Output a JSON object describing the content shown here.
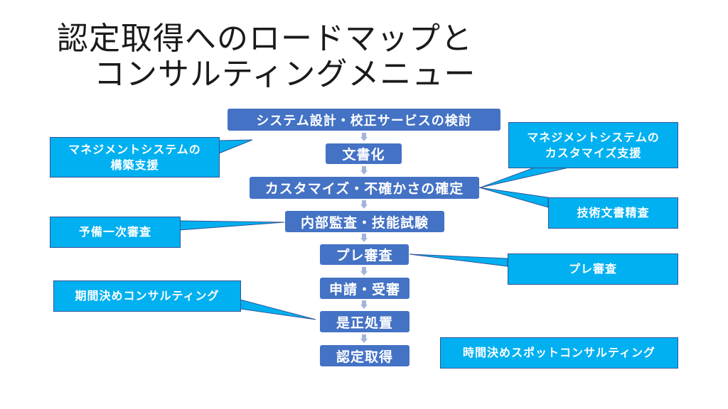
{
  "title": {
    "line1": "認定取得へのロードマップと",
    "line2": "コンサルティングメニュー"
  },
  "roadmap": {
    "steps": [
      {
        "label": "システム設計・校正サービスの検討"
      },
      {
        "label": "文書化"
      },
      {
        "label": "カスタマイズ・不確かさの確定"
      },
      {
        "label": "内部監査・技能試験"
      },
      {
        "label": "プレ審査"
      },
      {
        "label": "申請・受審"
      },
      {
        "label": "是正処置"
      },
      {
        "label": "認定取得"
      }
    ]
  },
  "callouts": [
    {
      "line1": "マネジメントシステムの",
      "line2": "構築支援",
      "target_step": "システム設計・校正サービスの検討"
    },
    {
      "line1": "マネジメントシステムの",
      "line2": "カスタマイズ支援",
      "target_step": "カスタマイズ・不確かさの確定"
    },
    {
      "line1": "技術文書精査",
      "line2": "",
      "target_step": "カスタマイズ・不確かさの確定"
    },
    {
      "line1": "予備一次審査",
      "line2": "",
      "target_step": "内部監査・技能試験"
    },
    {
      "line1": "プレ審査",
      "line2": "",
      "target_step": "プレ審査"
    },
    {
      "line1": "期間決めコンサルティング",
      "line2": "",
      "target_step": "是正処置"
    },
    {
      "line1": "時間決めスポットコンサルティング",
      "line2": "",
      "target_step": ""
    }
  ],
  "colors": {
    "step_fill": "#4472c4",
    "callout_fill": "#00b0f0",
    "callout_border": "#2f5597",
    "arrow": "#a5b4dc"
  }
}
